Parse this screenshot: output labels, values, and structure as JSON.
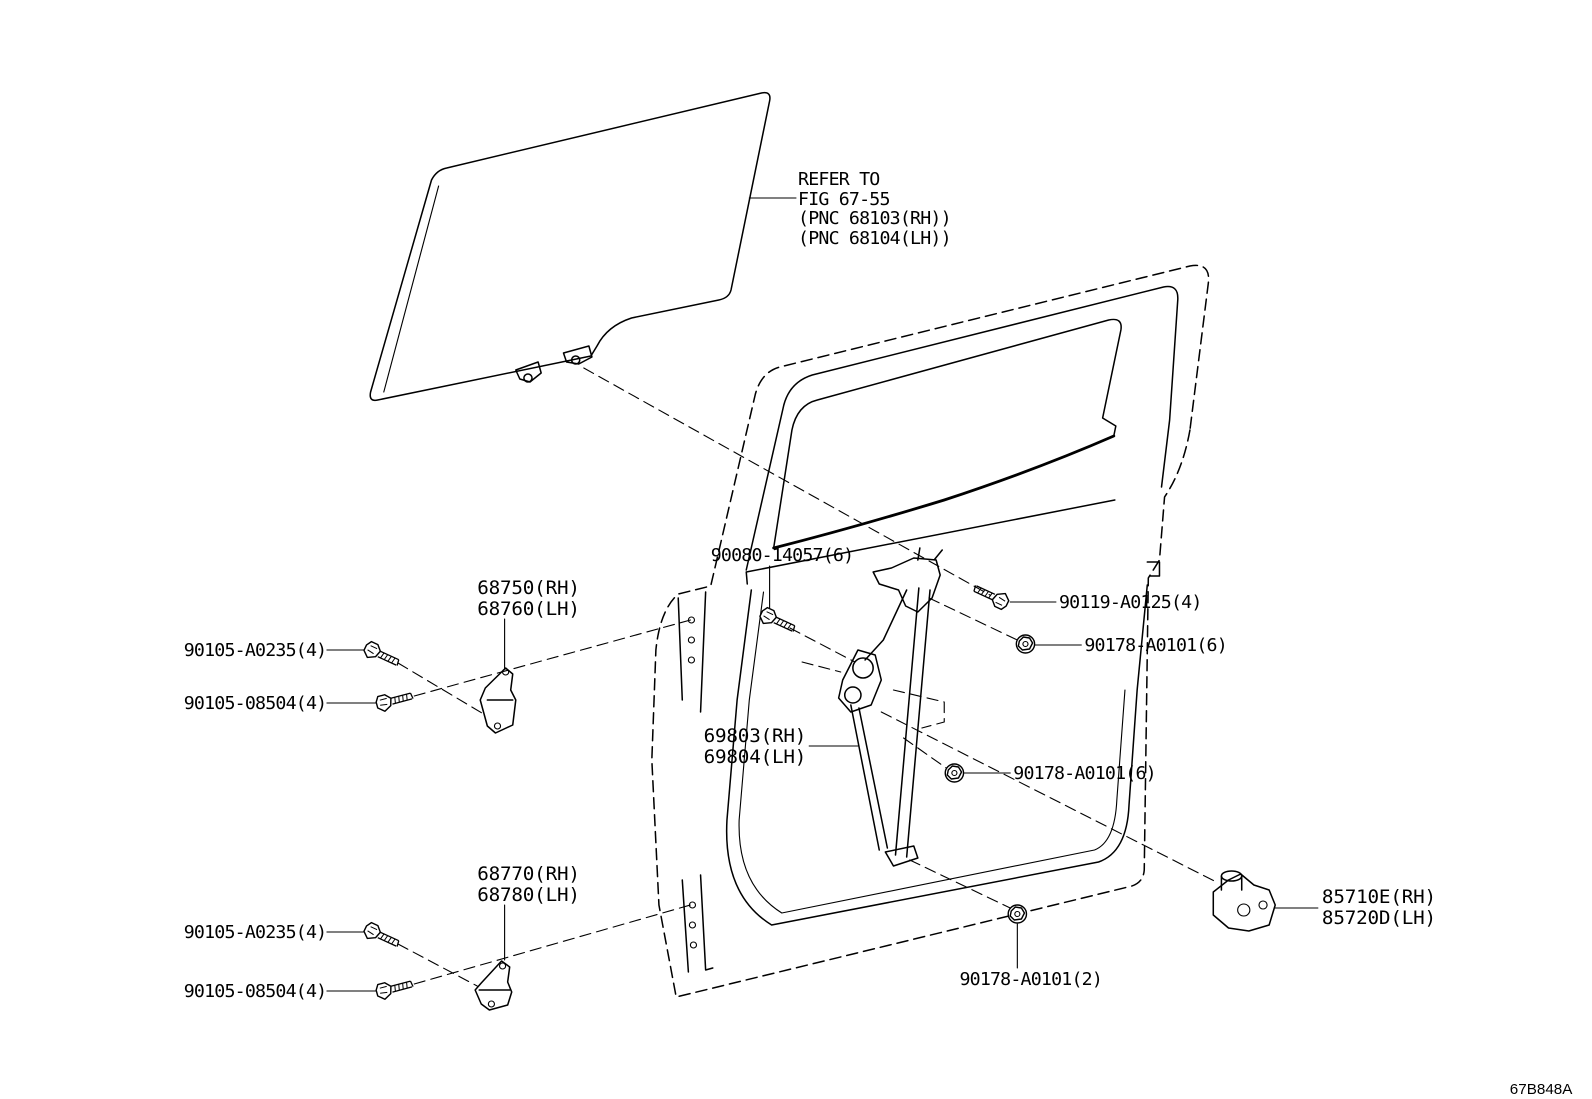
{
  "figure": {
    "code": "67B848A"
  },
  "glass_reference": {
    "line1": "REFER TO",
    "line2": "FIG 67-55",
    "line3": "(PNC 68103(RH))",
    "line4": "(PNC 68104(LH))"
  },
  "parts": {
    "upper_hinge": {
      "rh": "68750(RH)",
      "lh": "68760(LH)"
    },
    "lower_hinge": {
      "rh": "68770(RH)",
      "lh": "68780(LH)"
    },
    "window_regulator": {
      "rh": "69803(RH)",
      "lh": "69804(LH)"
    },
    "door_lock": {
      "rh": "85710E(RH)",
      "lh": "85720D(LH)"
    }
  },
  "fasteners": {
    "upper_hinge_bolt_1": "90105-A0235(4)",
    "upper_hinge_bolt_2": "90105-08504(4)",
    "lower_hinge_bolt_1": "90105-A0235(4)",
    "lower_hinge_bolt_2": "90105-08504(4)",
    "regulator_bolt": "90080-14057(6)",
    "regulator_top_bolt": "90119-A0125(4)",
    "regulator_nut_upper": "90178-A0101(6)",
    "regulator_nut_middle": "90178-A0101(6)",
    "regulator_nut_lower": "90178-A0101(2)"
  }
}
